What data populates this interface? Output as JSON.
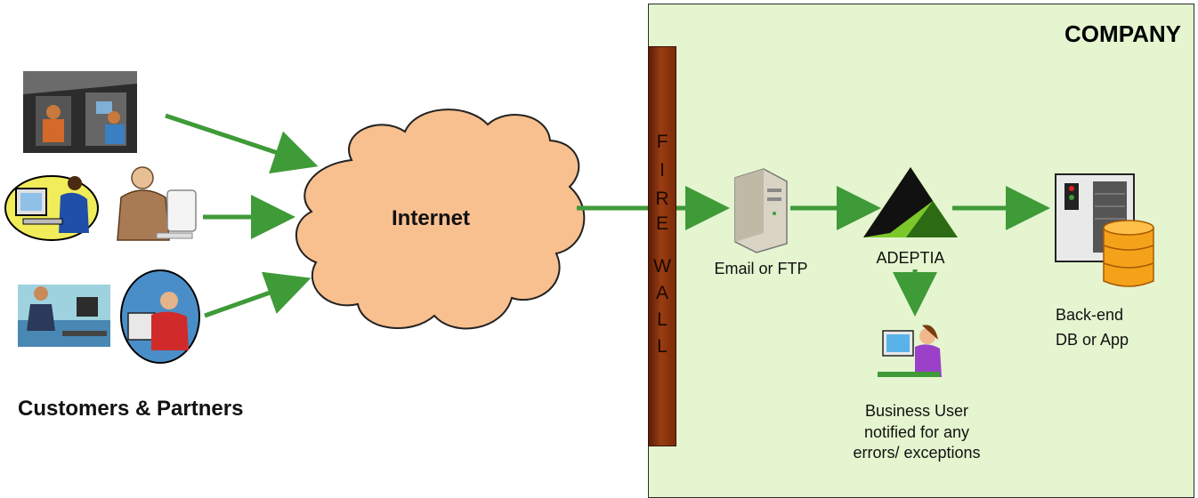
{
  "diagram": {
    "company_title": "COMPANY",
    "firewall_letters": [
      "F",
      "I",
      "R",
      "E",
      "W",
      "A",
      "L",
      "L"
    ],
    "cloud_label": "Internet",
    "customers_label": "Customers & Partners",
    "email_ftp_label": "Email or FTP",
    "adeptia_label": "ADEPTIA",
    "backend_label_line1": "Back-end",
    "backend_label_line2": "DB or App",
    "business_user_line1": "Business User",
    "business_user_line2": "notified for any",
    "business_user_line3": "errors/ exceptions"
  },
  "colors": {
    "arrow": "#3f9a38",
    "cloud_fill": "#f8bf8f",
    "company_bg": "#e4f5cf",
    "firewall": "#8a3310",
    "adeptia_green": "#7bc82a"
  },
  "icons": [
    "office-workers-clipart-icon",
    "man-at-computer-clipart-icon",
    "businessman-typing-clipart-icon",
    "woman-desk-clipart-icon",
    "headset-operator-clipart-icon",
    "server-tower-icon",
    "adeptia-logo-icon",
    "database-server-icon",
    "business-user-icon"
  ]
}
